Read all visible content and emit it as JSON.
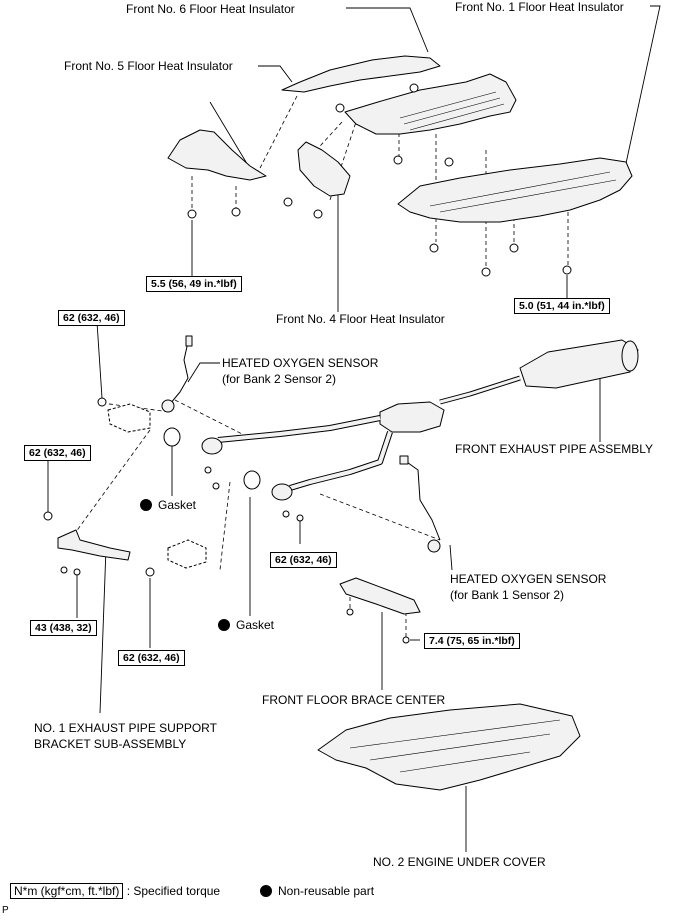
{
  "labels": {
    "front_no6": "Front No. 6 Floor Heat Insulator",
    "front_no1": "Front No. 1 Floor Heat Insulator",
    "front_no5": "Front No. 5 Floor Heat Insulator",
    "front_no4": "Front No. 4 Floor Heat Insulator",
    "hos_bank2_line1": "HEATED OXYGEN SENSOR",
    "hos_bank2_line2": "(for Bank 2 Sensor 2)",
    "front_exhaust_pipe": "FRONT EXHAUST PIPE ASSEMBLY",
    "gasket": "Gasket",
    "hos_bank1_line1": "HEATED OXYGEN SENSOR",
    "hos_bank1_line2": "(for Bank 1 Sensor 2)",
    "floor_brace": "FRONT FLOOR BRACE CENTER",
    "support_bracket_line1": "NO. 1 EXHAUST PIPE SUPPORT",
    "support_bracket_line2": "BRACKET SUB-ASSEMBLY",
    "engine_under_cover": "NO. 2 ENGINE UNDER COVER"
  },
  "torques": {
    "t55": "5.5 (56, 49 in.*lbf)",
    "t50": "5.0 (51, 44 in.*lbf)",
    "t62": "62 (632, 46)",
    "t43": "43 (438, 32)",
    "t74": "7.4 (75, 65 in.*lbf)"
  },
  "legend": {
    "torque_unit": "N*m (kgf*cm, ft.*lbf)",
    "torque_desc": ": Specified torque",
    "nonreusable": "Non-reusable part"
  },
  "figure_code": "P"
}
